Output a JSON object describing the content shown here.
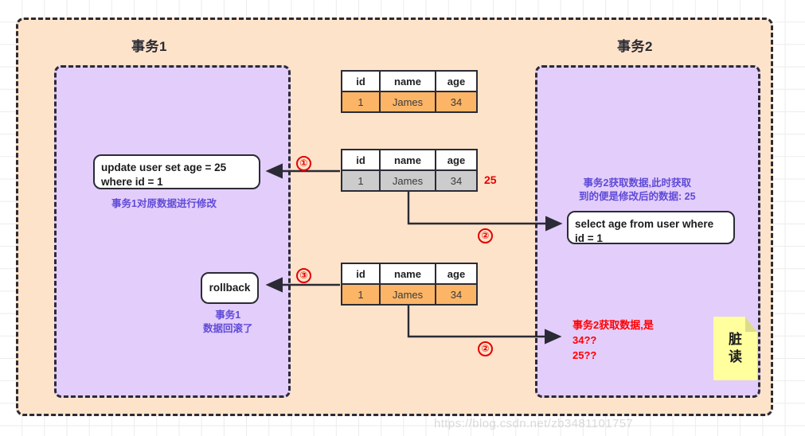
{
  "diagram": {
    "transaction1_title": "事务1",
    "transaction2_title": "事务2"
  },
  "tables": {
    "headers": [
      "id",
      "name",
      "age"
    ],
    "snapshot_initial": {
      "id": "1",
      "name": "James",
      "age": "34",
      "state": "orange"
    },
    "snapshot_modified": {
      "id": "1",
      "name": "James",
      "age": "34",
      "state": "gray"
    },
    "snapshot_rolledback": {
      "id": "1",
      "name": "James",
      "age": "34",
      "state": "orange"
    }
  },
  "annotations": {
    "modified_value": "25",
    "step1": "①",
    "step2a": "②",
    "step3": "③",
    "step2b": "②"
  },
  "sql": {
    "update_statement": "update user set age = 25\nwhere id = 1",
    "rollback_statement": "rollback",
    "select_statement": "select age from user where\nid = 1"
  },
  "captions": {
    "update_note": "事务1对原数据进行修改",
    "rollback_note": "事务1\n数据回滚了",
    "select_note": "事务2获取数据,此时获取\n到的便是修改后的数据: 25",
    "dirty_read_note": "事务2获取数据,是\n   34??\n   25??"
  },
  "sticky_note": {
    "line1": "脏",
    "line2": "读"
  },
  "watermark": {
    "text": "https://blog.csdn.net/zb3481101757"
  },
  "colors": {
    "frame_fill": "#fde3ca",
    "column_fill": "#e3cdfb",
    "row_orange": "#fcb567",
    "row_gray": "#cccccc",
    "purple_text": "#5f4bd6",
    "red_text": "#e60000",
    "sticky_yellow": "#ffff9e",
    "stroke": "#2b2b35"
  }
}
